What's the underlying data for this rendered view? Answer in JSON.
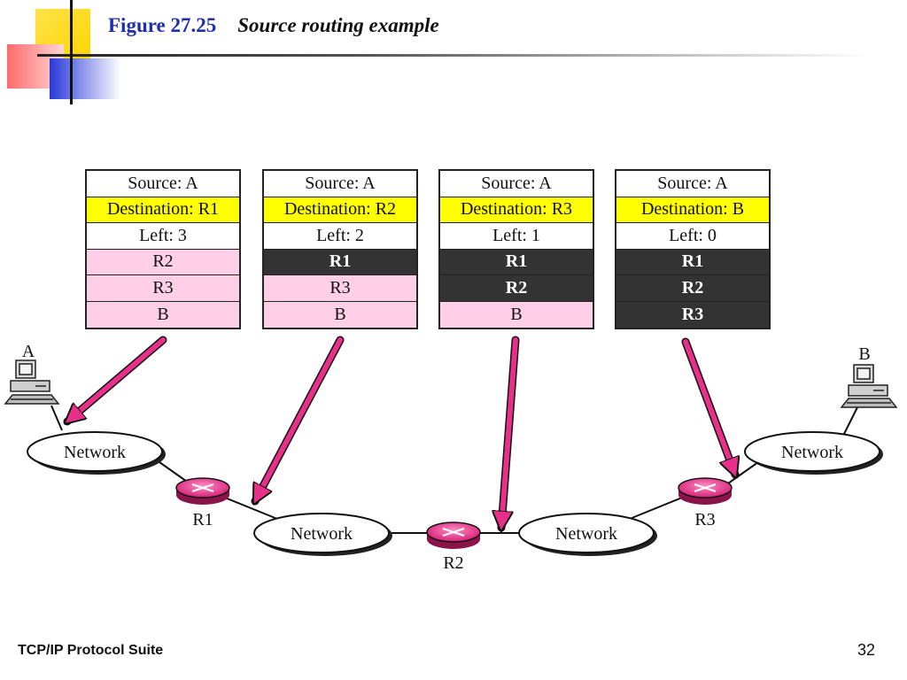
{
  "slide": {
    "figure_number": "Figure 27.25",
    "caption": "Source routing example",
    "footer": "TCP/IP Protocol Suite",
    "page_number": "32"
  },
  "packets": [
    {
      "source": "Source: A",
      "destination": "Destination: R1",
      "left": "Left: 3",
      "route": [
        {
          "label": "R2",
          "state": "pending"
        },
        {
          "label": "R3",
          "state": "pending"
        },
        {
          "label": "B",
          "state": "pending"
        }
      ]
    },
    {
      "source": "Source: A",
      "destination": "Destination: R2",
      "left": "Left: 2",
      "route": [
        {
          "label": "R1",
          "state": "used"
        },
        {
          "label": "R3",
          "state": "pending"
        },
        {
          "label": "B",
          "state": "pending"
        }
      ]
    },
    {
      "source": "Source: A",
      "destination": "Destination: R3",
      "left": "Left: 1",
      "route": [
        {
          "label": "R1",
          "state": "used"
        },
        {
          "label": "R2",
          "state": "used"
        },
        {
          "label": "B",
          "state": "pending"
        }
      ]
    },
    {
      "source": "Source: A",
      "destination": "Destination: B",
      "left": "Left: 0",
      "route": [
        {
          "label": "R1",
          "state": "used"
        },
        {
          "label": "R2",
          "state": "used"
        },
        {
          "label": "R3",
          "state": "used"
        }
      ]
    }
  ],
  "topology": {
    "host_a": "A",
    "host_b": "B",
    "network_label": "Network",
    "routers": [
      "R1",
      "R2",
      "R3"
    ]
  },
  "colors": {
    "title_blue": "#1f2fb0",
    "destination_yellow": "#ffff00",
    "pending_pink": "#ffcfe8",
    "used_dark": "#333333",
    "arrow_magenta": "#e8308a",
    "router_magenta": "#e0287f"
  }
}
